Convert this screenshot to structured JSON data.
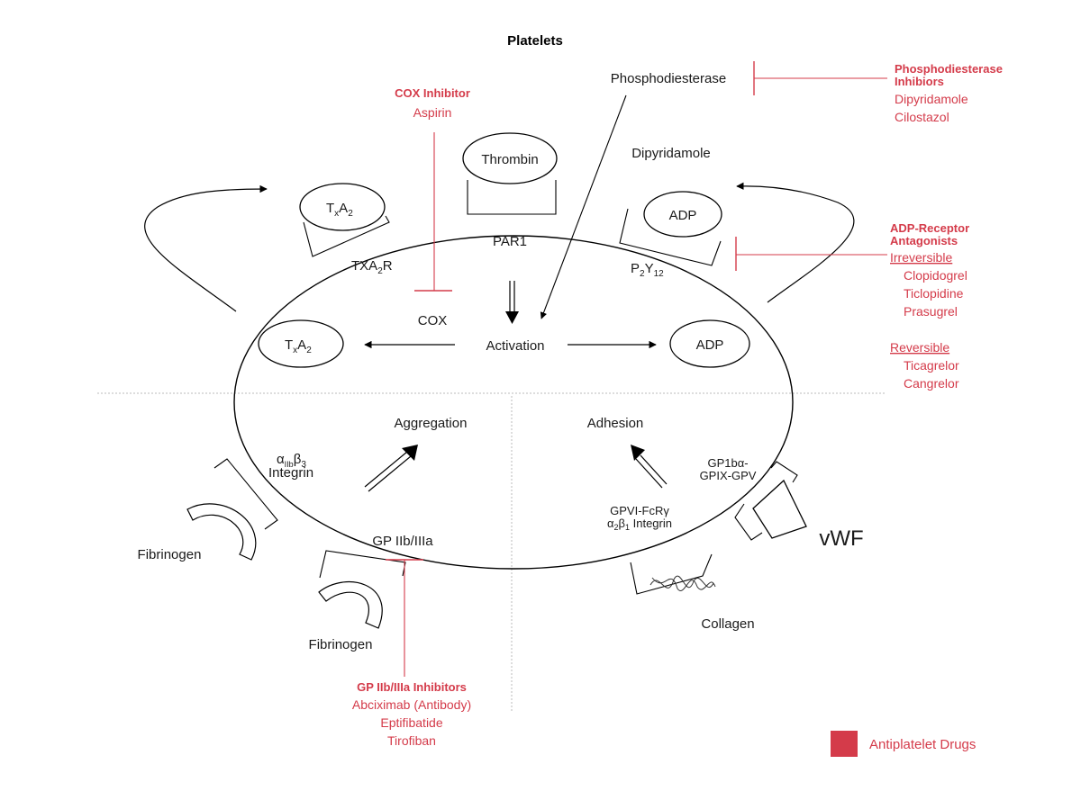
{
  "title": "Platelets",
  "colors": {
    "drug": "#d43b4a",
    "line": "#000000",
    "divider": "#bbbbbb"
  },
  "labels": {
    "phosphodiesterase": "Phosphodiesterase",
    "dipyridamole": "Dipyridamole",
    "thrombin": "Thrombin",
    "par1": "PAR1",
    "txa2_outer_t": "T",
    "txa2_outer_x": "x",
    "txa2_outer_a": "A",
    "txa2_outer_2": "2",
    "txa2r_main": "TXA",
    "txa2r_sub": "2",
    "txa2r_end": "R",
    "adp_outer": "ADP",
    "p2y12_main": "P",
    "p2y12_sub1": "2",
    "p2y12_mid": "Y",
    "p2y12_sub2": "12",
    "cox": "COX",
    "activation": "Activation",
    "txa2_inner_t": "T",
    "txa2_inner_x": "x",
    "txa2_inner_a": "A",
    "txa2_inner_2": "2",
    "adp_inner": "ADP",
    "aggregation": "Aggregation",
    "adhesion": "Adhesion",
    "alpha": "α",
    "alpha_sub": "IIb",
    "beta": "β",
    "beta_sub": "3",
    "integrin": "Integrin",
    "gp1b_line1": "GP1bα-",
    "gp1b_line2": "GPIX-GPV",
    "gpvi_line1": "GPVI-FcRγ",
    "gpvi_a": "α",
    "gpvi_a_sub": "2",
    "gpvi_b": "β",
    "gpvi_b_sub": "1",
    "gpvi_end": " Integrin",
    "gp2b3a": "GP IIb/IIIa",
    "fibrinogen_1": "Fibrinogen",
    "fibrinogen_2": "Fibrinogen",
    "vwf": "vWF",
    "collagen": "Collagen"
  },
  "drugs": {
    "cox": {
      "heading": "COX Inhibitor",
      "items": [
        "Aspirin"
      ]
    },
    "pde": {
      "heading1": "Phosphodiesterase",
      "heading2": "Inhibiors",
      "items": [
        "Dipyridamole",
        "Cilostazol"
      ]
    },
    "adp": {
      "heading1": "ADP-Receptor",
      "heading2": "Antagonists",
      "irreversible": "Irreversible",
      "irreversible_items": [
        "Clopidogrel",
        "Ticlopidine",
        "Prasugrel"
      ],
      "reversible": "Reversible",
      "reversible_items": [
        "Ticagrelor",
        "Cangrelor"
      ]
    },
    "gp": {
      "heading": "GP IIb/IIIa Inhibitors",
      "items": [
        "Abciximab (Antibody)",
        "Eptifibatide",
        "Tirofiban"
      ]
    }
  },
  "legend": {
    "label": "Antiplatelet Drugs"
  }
}
